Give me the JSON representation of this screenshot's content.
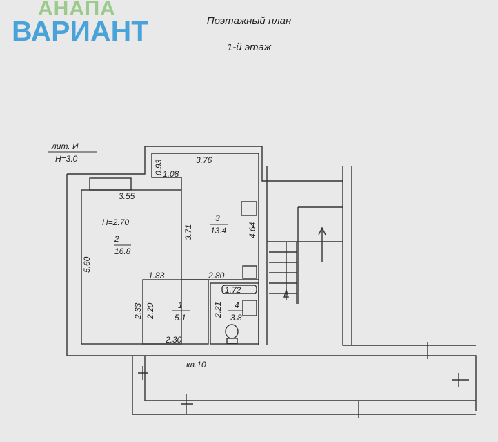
{
  "logo": {
    "top": "АНАПА",
    "main": "ВАРИАНТ",
    "top_color": "#9cc98c",
    "main_color": "#4aa3d8"
  },
  "header": {
    "title": "Поэтажный план",
    "floor": "1-й этаж"
  },
  "plan": {
    "lit": "лит. И",
    "building_height": "H=3.0",
    "room_height": "H=2.70",
    "apartment": "кв.10",
    "rooms": [
      {
        "number": "1",
        "area": "5.1"
      },
      {
        "number": "2",
        "area": "16.8"
      },
      {
        "number": "3",
        "area": "13.4"
      },
      {
        "number": "4",
        "area": "3.8"
      }
    ],
    "dimensions": {
      "d376": "3.76",
      "d093": "0.93",
      "d108": "1.08",
      "d355": "3.55",
      "d371": "3.71",
      "d464": "4.64",
      "d560": "5.60",
      "d183": "1.83",
      "d280": "2.80",
      "d172": "1.72",
      "d233": "2.33",
      "d220": "2.20",
      "d221": "2.21",
      "d230": "2.30"
    }
  }
}
